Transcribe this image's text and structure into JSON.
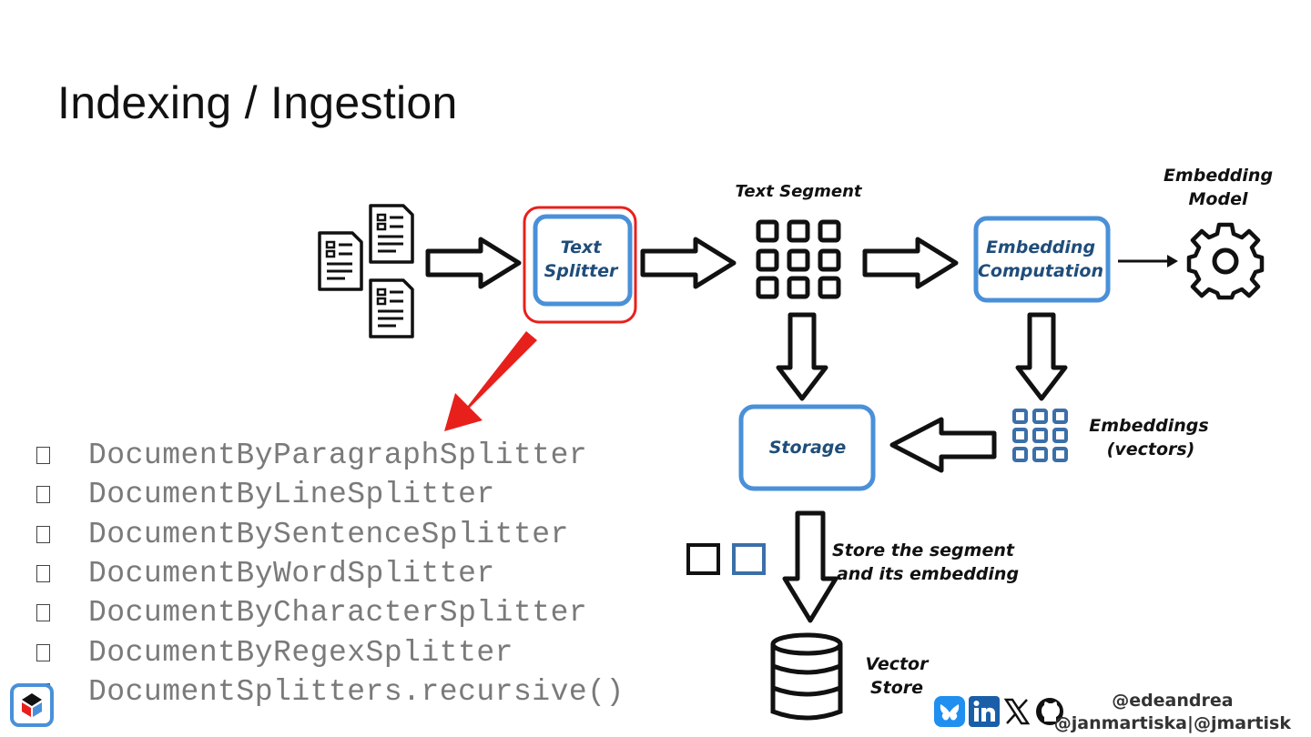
{
  "slide": {
    "title": "Indexing / Ingestion"
  },
  "diagram": {
    "text_splitter_label": [
      "Text",
      "Splitter"
    ],
    "text_segment_label": "Text Segment",
    "embedding_computation_label": [
      "Embedding",
      "Computation"
    ],
    "embedding_model_label": [
      "Embedding",
      "Model"
    ],
    "storage_label": "Storage",
    "embeddings_label": [
      "Embeddings",
      "(vectors)"
    ],
    "store_label": [
      "Store the segment",
      "and its embedding"
    ],
    "vector_store_label": [
      "Vector",
      "Store"
    ]
  },
  "splitters": [
    "DocumentByParagraphSplitter",
    "DocumentByLineSplitter",
    "DocumentBySentenceSplitter",
    "DocumentByWordSplitter",
    "DocumentByCharacterSplitter",
    "DocumentByRegexSplitter",
    "DocumentSplitters.recursive()"
  ],
  "footer": {
    "handle_1": "@edeandrea",
    "handle_2": "@janmartiska|@jmartisk"
  },
  "colors": {
    "accent_blue": "#4a90d9",
    "highlight_red": "#e8201c",
    "ink": "#111111"
  },
  "icons": [
    "bluesky-icon",
    "linkedin-icon",
    "x-icon",
    "github-icon",
    "document-icon",
    "gear-icon",
    "database-icon"
  ]
}
